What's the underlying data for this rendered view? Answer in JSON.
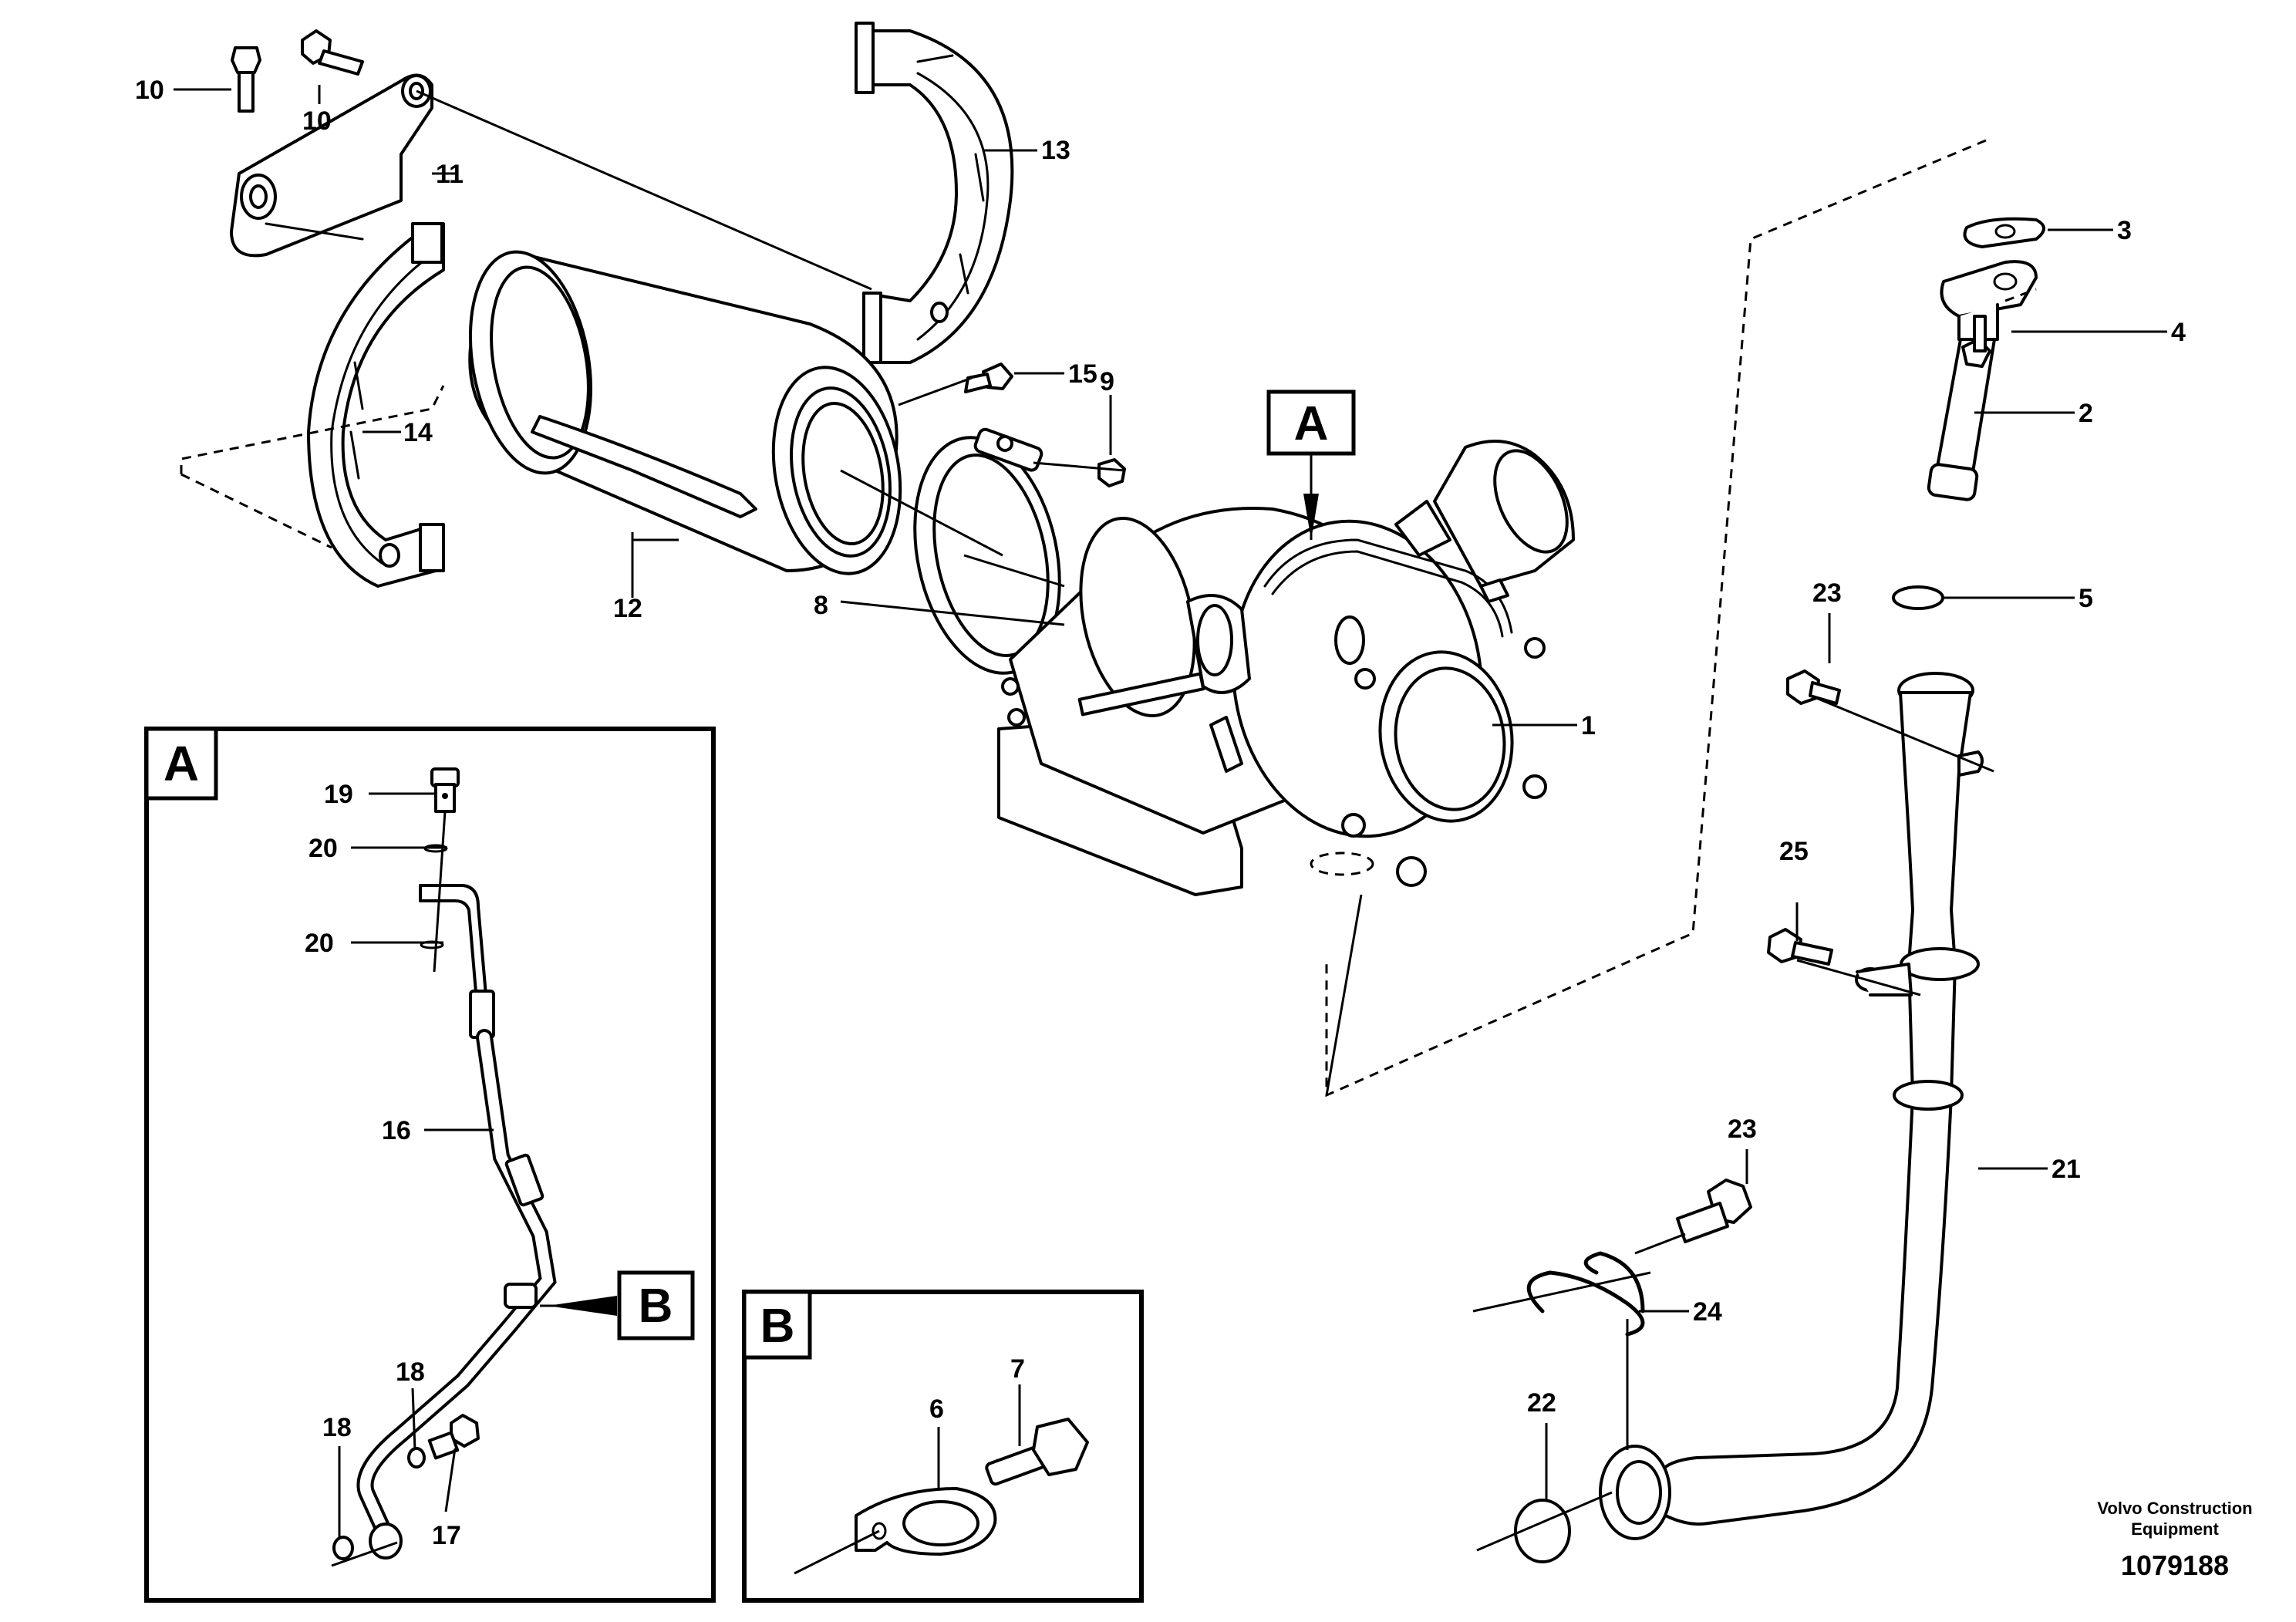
{
  "views": {
    "detail_a_marker": "A",
    "detail_a_title": "A",
    "detail_b_marker": "B",
    "detail_b_title": "B"
  },
  "callouts": {
    "p1": "1",
    "p2": "2",
    "p3": "3",
    "p4": "4",
    "p5": "5",
    "p6": "6",
    "p7": "7",
    "p8": "8",
    "p9": "9",
    "p10a": "10",
    "p10b": "10",
    "p11": "11",
    "p12": "12",
    "p13": "13",
    "p14": "14",
    "p15": "15",
    "p16": "16",
    "p17": "17",
    "p18a": "18",
    "p18b": "18",
    "p19": "19",
    "p20a": "20",
    "p20b": "20",
    "p21": "21",
    "p22": "22",
    "p23a": "23",
    "p23b": "23",
    "p24": "24",
    "p25": "25"
  },
  "footer": {
    "company_line1": "Volvo Construction",
    "company_line2": "Equipment",
    "drawing_number": "1079188"
  }
}
